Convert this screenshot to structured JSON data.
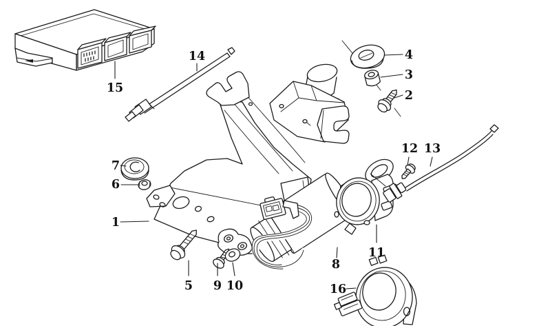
{
  "diagram": {
    "type": "exploded-parts-technical-drawing",
    "background_color": "#ffffff",
    "line_color": "#1a1a1a",
    "callouts": [
      "1",
      "2",
      "3",
      "4",
      "5",
      "6",
      "7",
      "8",
      "9",
      "10",
      "11",
      "12",
      "13",
      "14",
      "15",
      "16"
    ]
  }
}
